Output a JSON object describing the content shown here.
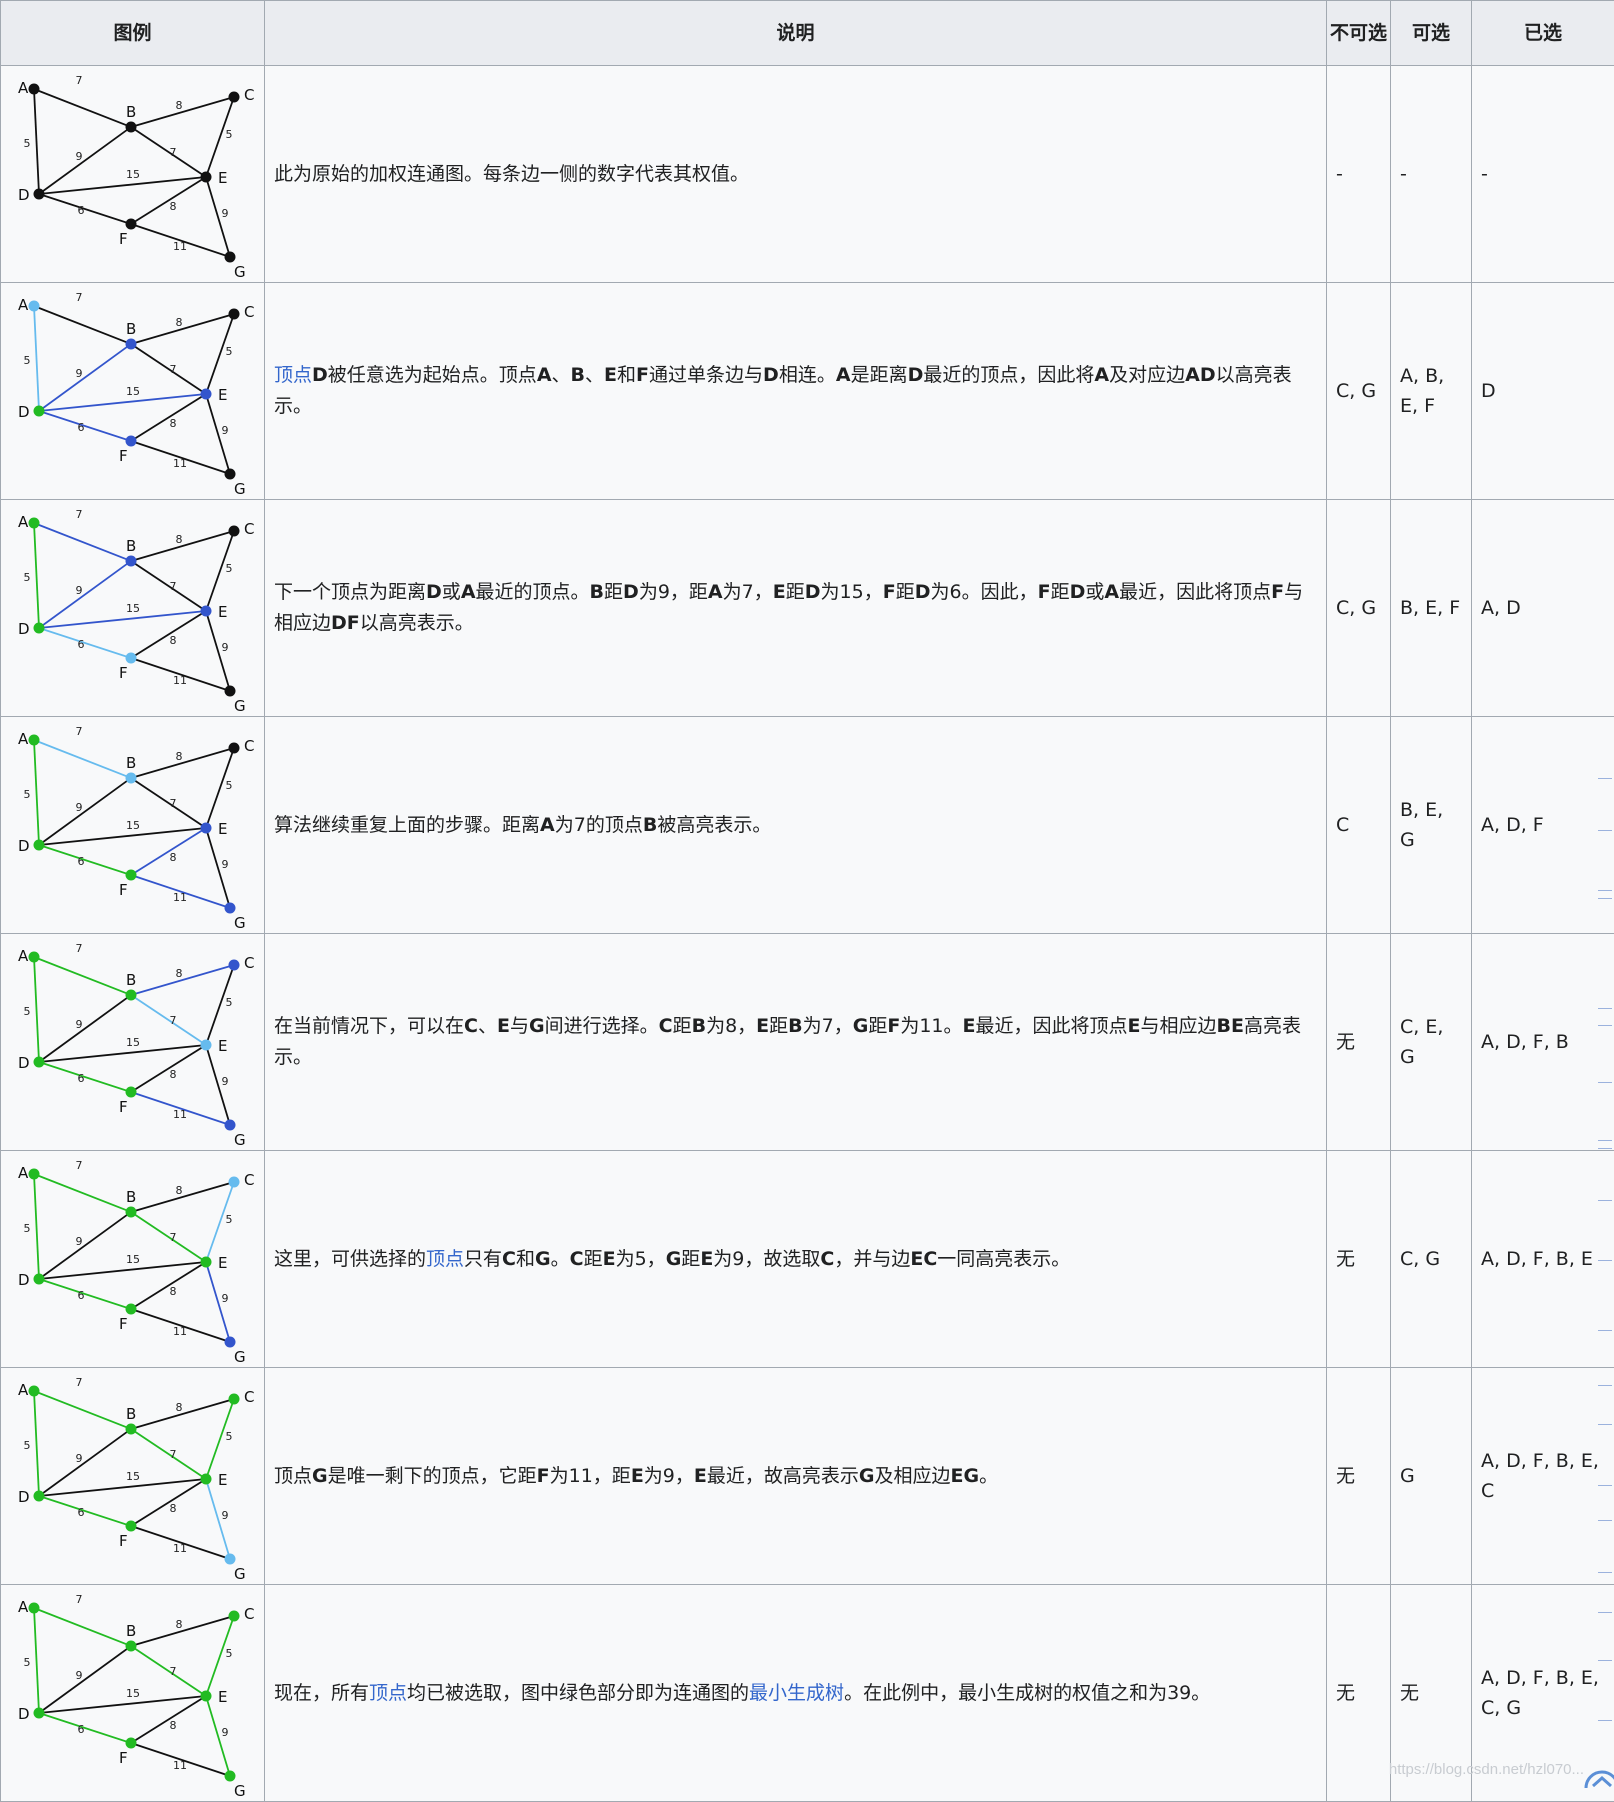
{
  "headers": {
    "legend": "图例",
    "desc": "说明",
    "unavailable": "不可选",
    "optional": "可选",
    "selected": "已选"
  },
  "colors": {
    "black": "#111111",
    "green": "#22bb22",
    "lightblue": "#66bbee",
    "blue": "#3355cc",
    "link": "#3366cc"
  },
  "graph": {
    "nodes": [
      "A",
      "B",
      "C",
      "D",
      "E",
      "F",
      "G"
    ],
    "edges": [
      {
        "id": "AB",
        "weight": "7"
      },
      {
        "id": "AD",
        "weight": "5"
      },
      {
        "id": "BC",
        "weight": "8"
      },
      {
        "id": "BD",
        "weight": "9"
      },
      {
        "id": "BE",
        "weight": "7"
      },
      {
        "id": "CE",
        "weight": "5"
      },
      {
        "id": "DE",
        "weight": "15"
      },
      {
        "id": "DF",
        "weight": "6"
      },
      {
        "id": "EF",
        "weight": "8"
      },
      {
        "id": "EG",
        "weight": "9"
      },
      {
        "id": "FG",
        "weight": "11"
      }
    ]
  },
  "steps": [
    {
      "nodeColors": {
        "A": "black",
        "B": "black",
        "C": "black",
        "D": "black",
        "E": "black",
        "F": "black",
        "G": "black"
      },
      "edgeColors": {},
      "desc": [
        {
          "t": "此为原始的加权连通图。每条边一侧的数字代表其权值。"
        }
      ],
      "unavailable": "-",
      "optional": "-",
      "selected": "-"
    },
    {
      "nodeColors": {
        "A": "lightblue",
        "B": "blue",
        "C": "black",
        "D": "green",
        "E": "blue",
        "F": "blue",
        "G": "black"
      },
      "edgeColors": {
        "AD": "lightblue",
        "BD": "blue",
        "DE": "blue",
        "DF": "blue"
      },
      "desc": [
        {
          "t": "顶点",
          "link": true
        },
        {
          "t": "D",
          "b": true
        },
        {
          "t": "被任意选为起始点。顶点"
        },
        {
          "t": "A",
          "b": true
        },
        {
          "t": "、"
        },
        {
          "t": "B",
          "b": true
        },
        {
          "t": "、"
        },
        {
          "t": "E",
          "b": true
        },
        {
          "t": "和"
        },
        {
          "t": "F",
          "b": true
        },
        {
          "t": "通过单条边与"
        },
        {
          "t": "D",
          "b": true
        },
        {
          "t": "相连。"
        },
        {
          "t": "A",
          "b": true
        },
        {
          "t": "是距离"
        },
        {
          "t": "D",
          "b": true
        },
        {
          "t": "最近的顶点，因此将"
        },
        {
          "t": "A",
          "b": true
        },
        {
          "t": "及对应边"
        },
        {
          "t": "AD",
          "b": true
        },
        {
          "t": "以高亮表示。"
        }
      ],
      "unavailable": "C, G",
      "optional": "A, B, E, F",
      "selected": "D"
    },
    {
      "nodeColors": {
        "A": "green",
        "B": "blue",
        "C": "black",
        "D": "green",
        "E": "blue",
        "F": "lightblue",
        "G": "black"
      },
      "edgeColors": {
        "AD": "green",
        "AB": "blue",
        "BD": "blue",
        "DE": "blue",
        "DF": "lightblue"
      },
      "desc": [
        {
          "t": "下一个顶点为距离"
        },
        {
          "t": "D",
          "b": true
        },
        {
          "t": "或"
        },
        {
          "t": "A",
          "b": true
        },
        {
          "t": "最近的顶点。"
        },
        {
          "t": "B",
          "b": true
        },
        {
          "t": "距"
        },
        {
          "t": "D",
          "b": true
        },
        {
          "t": "为9，距"
        },
        {
          "t": "A",
          "b": true
        },
        {
          "t": "为7，"
        },
        {
          "t": "E",
          "b": true
        },
        {
          "t": "距"
        },
        {
          "t": "D",
          "b": true
        },
        {
          "t": "为15，"
        },
        {
          "t": "F",
          "b": true
        },
        {
          "t": "距"
        },
        {
          "t": "D",
          "b": true
        },
        {
          "t": "为6。因此，"
        },
        {
          "t": "F",
          "b": true
        },
        {
          "t": "距"
        },
        {
          "t": "D",
          "b": true
        },
        {
          "t": "或"
        },
        {
          "t": "A",
          "b": true
        },
        {
          "t": "最近，因此将顶点"
        },
        {
          "t": "F",
          "b": true
        },
        {
          "t": "与相应边"
        },
        {
          "t": "DF",
          "b": true
        },
        {
          "t": "以高亮表示。"
        }
      ],
      "unavailable": "C, G",
      "optional": "B, E, F",
      "selected": "A, D"
    },
    {
      "nodeColors": {
        "A": "green",
        "B": "lightblue",
        "C": "black",
        "D": "green",
        "E": "blue",
        "F": "green",
        "G": "blue"
      },
      "edgeColors": {
        "AD": "green",
        "DF": "green",
        "AB": "lightblue",
        "EF": "blue",
        "FG": "blue"
      },
      "desc": [
        {
          "t": "算法继续重复上面的步骤。距离"
        },
        {
          "t": "A",
          "b": true
        },
        {
          "t": "为7的顶点"
        },
        {
          "t": "B",
          "b": true
        },
        {
          "t": "被高亮表示。"
        }
      ],
      "unavailable": "C",
      "optional": "B, E, G",
      "selected": "A, D, F"
    },
    {
      "nodeColors": {
        "A": "green",
        "B": "green",
        "C": "blue",
        "D": "green",
        "E": "lightblue",
        "F": "green",
        "G": "blue"
      },
      "edgeColors": {
        "AD": "green",
        "DF": "green",
        "AB": "green",
        "BC": "blue",
        "BE": "lightblue",
        "FG": "blue"
      },
      "desc": [
        {
          "t": "在当前情况下，可以在"
        },
        {
          "t": "C",
          "b": true
        },
        {
          "t": "、"
        },
        {
          "t": "E",
          "b": true
        },
        {
          "t": "与"
        },
        {
          "t": "G",
          "b": true
        },
        {
          "t": "间进行选择。"
        },
        {
          "t": "C",
          "b": true
        },
        {
          "t": "距"
        },
        {
          "t": "B",
          "b": true
        },
        {
          "t": "为8，"
        },
        {
          "t": "E",
          "b": true
        },
        {
          "t": "距"
        },
        {
          "t": "B",
          "b": true
        },
        {
          "t": "为7，"
        },
        {
          "t": "G",
          "b": true
        },
        {
          "t": "距"
        },
        {
          "t": "F",
          "b": true
        },
        {
          "t": "为11。"
        },
        {
          "t": "E",
          "b": true
        },
        {
          "t": "最近，因此将顶点"
        },
        {
          "t": "E",
          "b": true
        },
        {
          "t": "与相应边"
        },
        {
          "t": "BE",
          "b": true
        },
        {
          "t": "高亮表示。"
        }
      ],
      "unavailable": "无",
      "optional": "C, E, G",
      "selected": "A, D, F, B"
    },
    {
      "nodeColors": {
        "A": "green",
        "B": "green",
        "C": "lightblue",
        "D": "green",
        "E": "green",
        "F": "green",
        "G": "blue"
      },
      "edgeColors": {
        "AD": "green",
        "DF": "green",
        "AB": "green",
        "BE": "green",
        "CE": "lightblue",
        "EG": "blue"
      },
      "desc": [
        {
          "t": "这里，可供选择的"
        },
        {
          "t": "顶点",
          "link": true
        },
        {
          "t": "只有"
        },
        {
          "t": "C",
          "b": true
        },
        {
          "t": "和"
        },
        {
          "t": "G",
          "b": true
        },
        {
          "t": "。"
        },
        {
          "t": "C",
          "b": true
        },
        {
          "t": "距"
        },
        {
          "t": "E",
          "b": true
        },
        {
          "t": "为5，"
        },
        {
          "t": "G",
          "b": true
        },
        {
          "t": "距"
        },
        {
          "t": "E",
          "b": true
        },
        {
          "t": "为9，故选取"
        },
        {
          "t": "C",
          "b": true
        },
        {
          "t": "，并与边"
        },
        {
          "t": "EC",
          "b": true
        },
        {
          "t": "一同高亮表示。"
        }
      ],
      "unavailable": "无",
      "optional": "C, G",
      "selected": "A, D, F, B, E"
    },
    {
      "nodeColors": {
        "A": "green",
        "B": "green",
        "C": "green",
        "D": "green",
        "E": "green",
        "F": "green",
        "G": "lightblue"
      },
      "edgeColors": {
        "AD": "green",
        "DF": "green",
        "AB": "green",
        "BE": "green",
        "CE": "green",
        "EG": "lightblue"
      },
      "desc": [
        {
          "t": "顶点"
        },
        {
          "t": "G",
          "b": true
        },
        {
          "t": "是唯一剩下的顶点，它距"
        },
        {
          "t": "F",
          "b": true
        },
        {
          "t": "为11，距"
        },
        {
          "t": "E",
          "b": true
        },
        {
          "t": "为9，"
        },
        {
          "t": "E",
          "b": true
        },
        {
          "t": "最近，故高亮表示"
        },
        {
          "t": "G",
          "b": true
        },
        {
          "t": "及相应边"
        },
        {
          "t": "EG",
          "b": true
        },
        {
          "t": "。"
        }
      ],
      "unavailable": "无",
      "optional": "G",
      "selected": "A, D, F, B, E, C"
    },
    {
      "nodeColors": {
        "A": "green",
        "B": "green",
        "C": "green",
        "D": "green",
        "E": "green",
        "F": "green",
        "G": "green"
      },
      "edgeColors": {
        "AD": "green",
        "DF": "green",
        "AB": "green",
        "BE": "green",
        "CE": "green",
        "EG": "green"
      },
      "desc": [
        {
          "t": "现在，所有"
        },
        {
          "t": "顶点",
          "link": true
        },
        {
          "t": "均已被选取，图中绿色部分即为连通图的"
        },
        {
          "t": "最小生成树",
          "link": true
        },
        {
          "t": "。在此例中，最小生成树的权值之和为39。"
        }
      ],
      "unavailable": "无",
      "optional": "无",
      "selected": "A, D, F, B, E, C, G"
    }
  ],
  "watermark": "https://blog.csdn.net/hzl070..."
}
